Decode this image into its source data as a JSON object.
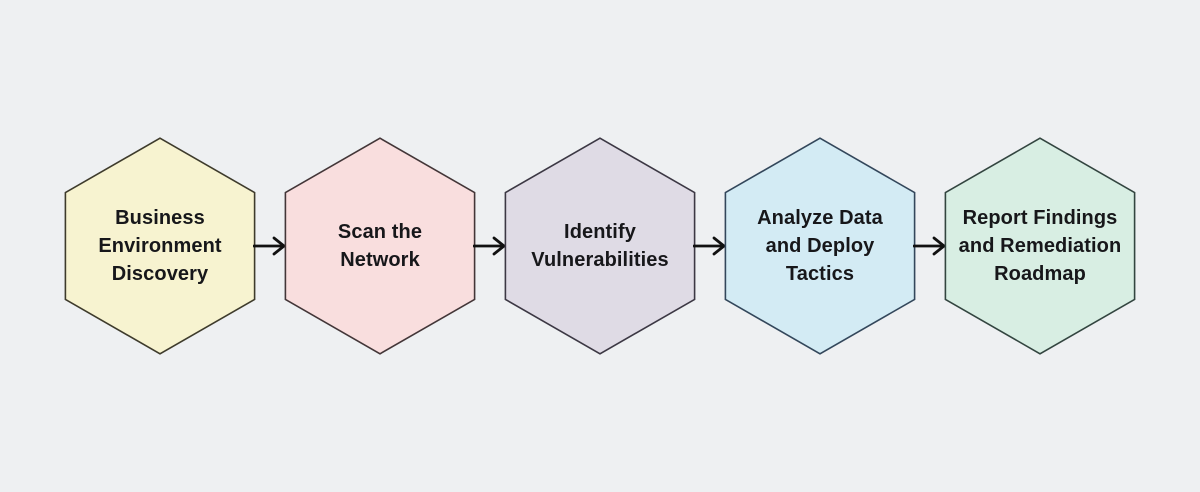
{
  "diagram": {
    "type": "flowchart",
    "direction": "left-to-right",
    "background_color": "#eef0f2",
    "connector_color": "#111111",
    "text_color": "#17171a",
    "node_shape": "hexagon",
    "steps": [
      {
        "label": "Business Environment Discovery",
        "lines": [
          "Business",
          "Environment",
          "Discovery"
        ],
        "fill": "#f7f3d0",
        "stroke": "#3e3b2c"
      },
      {
        "label": "Scan the Network",
        "lines": [
          "Scan the",
          "Network"
        ],
        "fill": "#f9dede",
        "stroke": "#433638"
      },
      {
        "label": "Identify Vulnerabilities",
        "lines": [
          "Identify",
          "Vulnerabilities"
        ],
        "fill": "#dfdbe5",
        "stroke": "#3c3844"
      },
      {
        "label": "Analyze Data and Deploy Tactics",
        "lines": [
          "Analyze Data",
          "and Deploy",
          "Tactics"
        ],
        "fill": "#d3ebf4",
        "stroke": "#33475b"
      },
      {
        "label": "Report Findings and Remediation Roadmap",
        "lines": [
          "Report Findings",
          "and Remediation",
          "Roadmap"
        ],
        "fill": "#d8eee3",
        "stroke": "#334540"
      }
    ],
    "connectors": [
      {
        "from": "Business Environment Discovery",
        "to": "Scan the Network"
      },
      {
        "from": "Scan the Network",
        "to": "Identify Vulnerabilities"
      },
      {
        "from": "Identify Vulnerabilities",
        "to": "Analyze Data and Deploy Tactics"
      },
      {
        "from": "Analyze Data and Deploy Tactics",
        "to": "Report Findings and Remediation Roadmap"
      }
    ]
  }
}
